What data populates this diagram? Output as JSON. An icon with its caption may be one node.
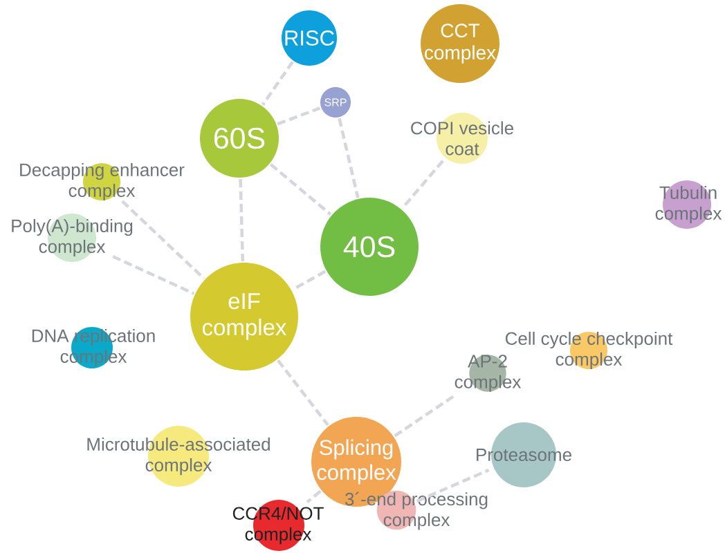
{
  "diagram": {
    "nodes": [
      {
        "text": [
          "RISC"
        ]
      },
      {
        "text": [
          "CCT complex"
        ]
      },
      {
        "text": [
          "60S"
        ]
      },
      {
        "text": [
          "SRP"
        ]
      },
      {
        "text": [
          "COPI vesicle coat"
        ]
      },
      {
        "text": [
          "Decapping enhancer complex"
        ]
      },
      {
        "text": [
          "Tubulin complex"
        ]
      },
      {
        "text": [
          "Poly(A)-binding complex"
        ]
      },
      {
        "text": [
          "40S"
        ]
      },
      {
        "text": [
          "eIF complex"
        ]
      },
      {
        "text": [
          "DNA replication complex"
        ]
      },
      {
        "text": [
          "Cell cycle checkpoint complex"
        ]
      },
      {
        "text": [
          "AP-2 complex"
        ]
      },
      {
        "text": [
          "Microtubule-associated complex"
        ]
      },
      {
        "text": [
          "Splicing complex"
        ]
      },
      {
        "text": [
          "Proteasome"
        ]
      },
      {
        "text": [
          "CCR4/NOT complex"
        ]
      },
      {
        "text": [
          "3´-end processing complex"
        ]
      }
    ],
    "edges": [
      {
        "from": 0,
        "to": 2,
        "arrow": "none"
      },
      {
        "from": 2,
        "to": 3,
        "arrow": "none"
      },
      {
        "from": 3,
        "to": 8,
        "arrow": "none"
      },
      {
        "from": 2,
        "to": 8,
        "arrow": "none"
      },
      {
        "from": 2,
        "to": 9,
        "arrow": "none"
      },
      {
        "from": 4,
        "to": 8,
        "arrow": "none"
      },
      {
        "from": 5,
        "to": 9,
        "arrow": "none"
      },
      {
        "from": 7,
        "to": 9,
        "arrow": "none"
      },
      {
        "from": 8,
        "to": 9,
        "arrow": "none"
      },
      {
        "from": 9,
        "to": 14,
        "arrow": "none"
      },
      {
        "from": 14,
        "to": 12,
        "arrow": "none"
      },
      {
        "from": 14,
        "to": 16,
        "arrow": "none"
      },
      {
        "from": 17,
        "to": 15,
        "arrow": "none"
      }
    ]
  }
}
